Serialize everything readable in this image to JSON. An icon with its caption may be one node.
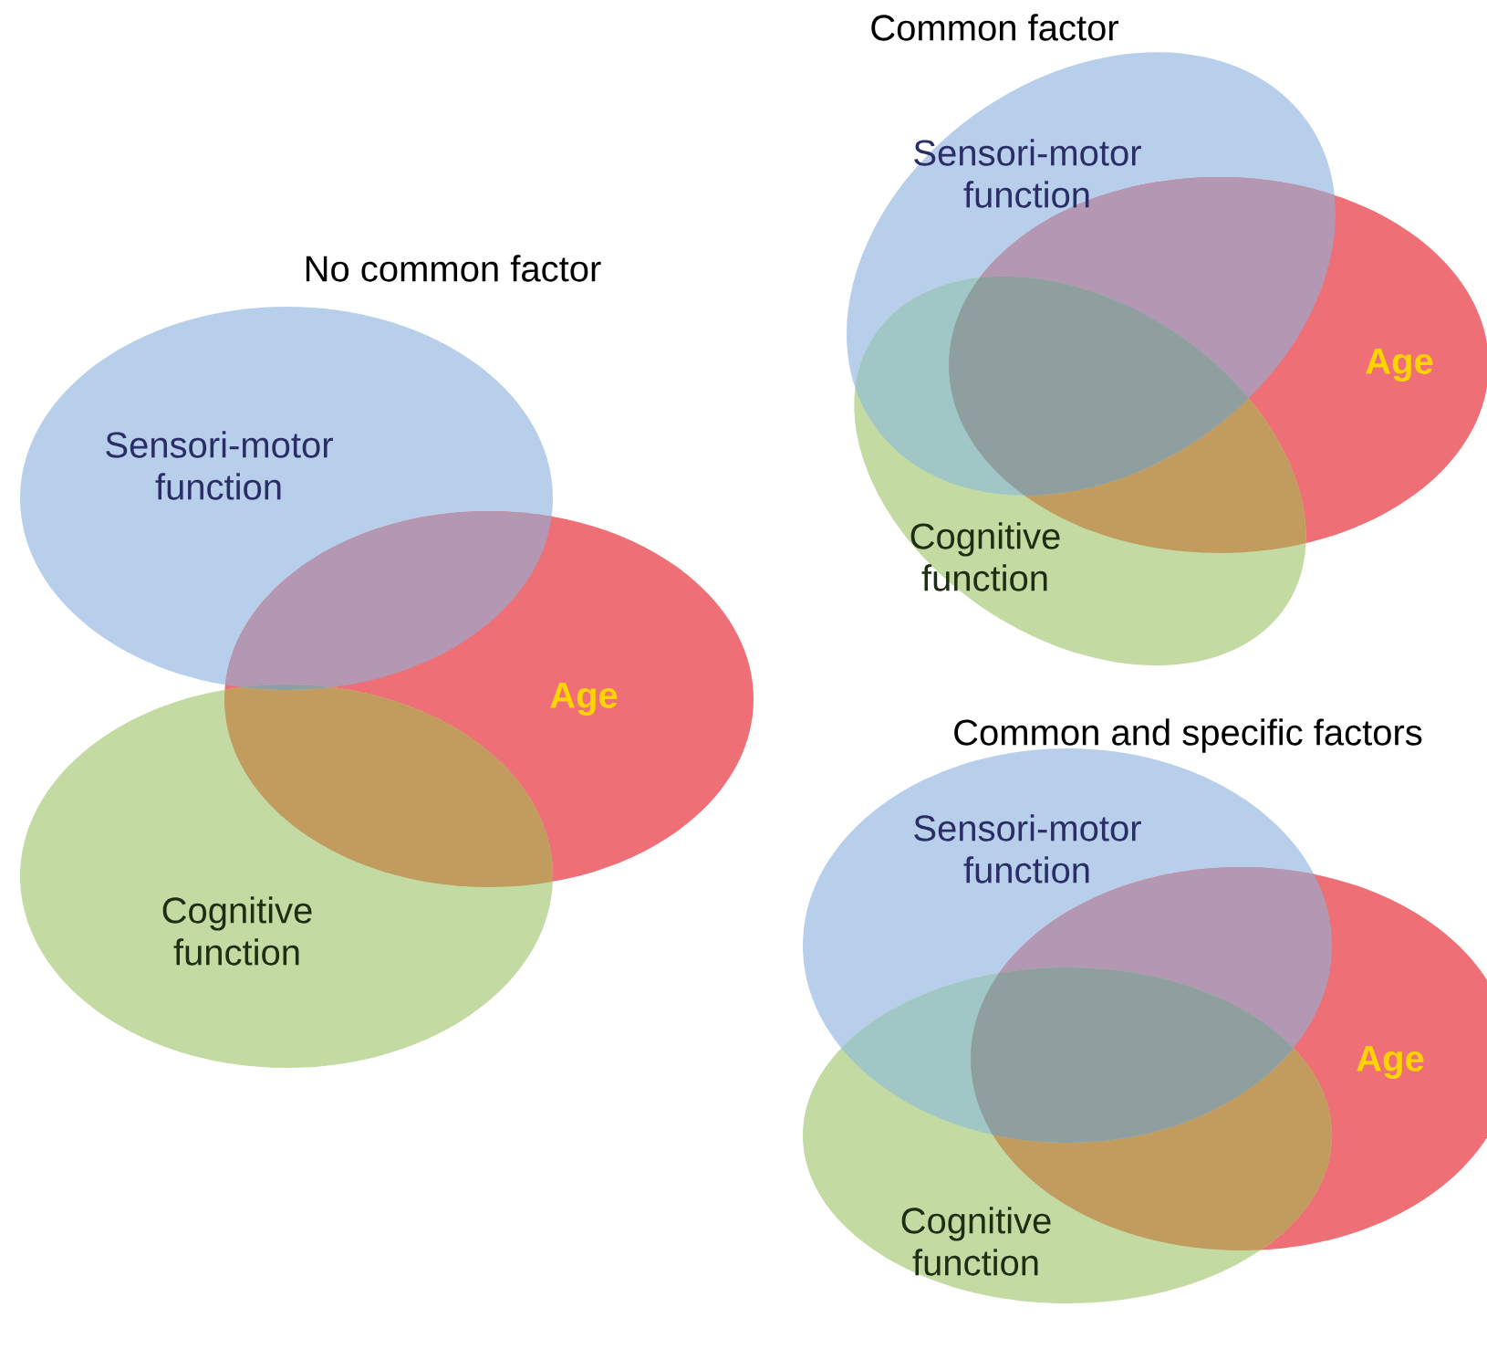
{
  "diagram": {
    "nodes": [
      {
        "text": [
          "Sensori-motor function"
        ]
      },
      {
        "text": [
          "Age"
        ]
      },
      {
        "text": [
          "Cognitive function"
        ]
      },
      {
        "text": [
          "Sensori-motor function"
        ]
      },
      {
        "text": [
          "Age"
        ]
      },
      {
        "text": [
          "Cognitive function"
        ]
      },
      {
        "text": [
          "Sensori-motor function"
        ]
      },
      {
        "text": [
          "Age"
        ]
      },
      {
        "text": [
          "Cognitive function"
        ]
      }
    ],
    "labels": [
      "No common factor",
      "Common factor",
      "Common and specific factors"
    ]
  }
}
